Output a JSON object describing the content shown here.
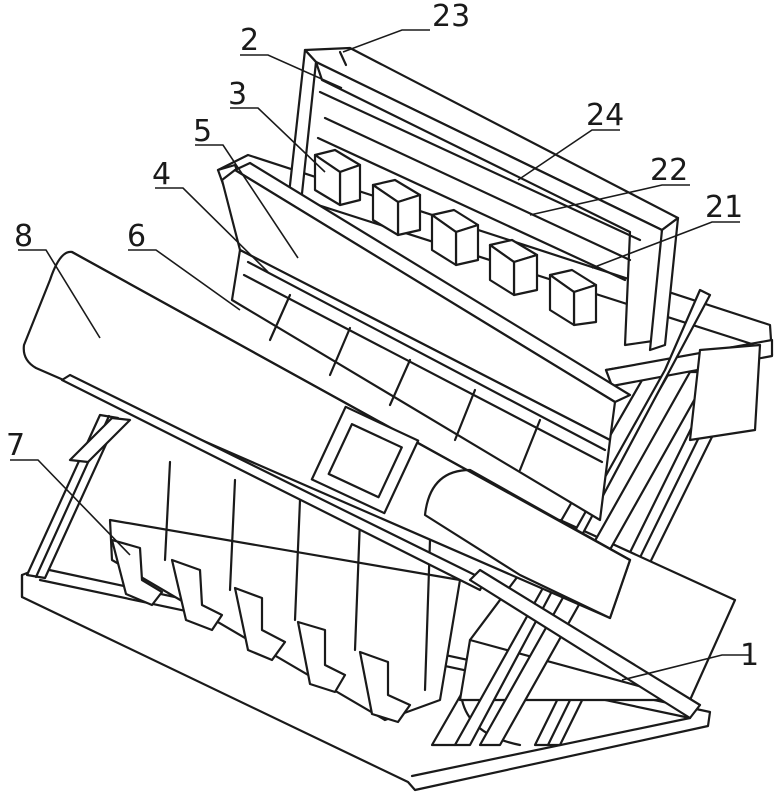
{
  "labels": [
    {
      "id": "1",
      "text": "1"
    },
    {
      "id": "2",
      "text": "2"
    },
    {
      "id": "3",
      "text": "3"
    },
    {
      "id": "4",
      "text": "4"
    },
    {
      "id": "5",
      "text": "5"
    },
    {
      "id": "6",
      "text": "6"
    },
    {
      "id": "7",
      "text": "7"
    },
    {
      "id": "8",
      "text": "8"
    },
    {
      "id": "21",
      "text": "21"
    },
    {
      "id": "22",
      "text": "22"
    },
    {
      "id": "23",
      "text": "23"
    },
    {
      "id": "24",
      "text": "24"
    }
  ]
}
